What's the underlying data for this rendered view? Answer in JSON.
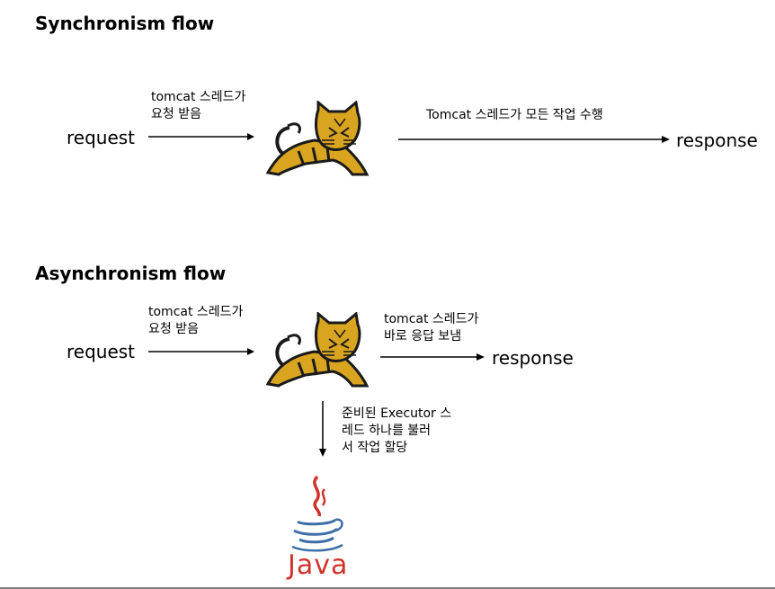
{
  "sync": {
    "title": "Synchronism flow",
    "request": "request",
    "receive_label": [
      "tomcat 스레드가",
      "요청 받음"
    ],
    "work_label": "Tomcat 스레드가 모든 작업 수행",
    "response": "response"
  },
  "async": {
    "title": "Asynchronism flow",
    "request": "request",
    "receive_label": [
      "tomcat 스레드가",
      "요청 받음"
    ],
    "reply_label": [
      "tomcat 스레드가",
      "바로 응답 보냄"
    ],
    "response": "response",
    "executor_label": [
      "준비된 Executor 스",
      "레드 하나를 불러",
      "서 작업 할당"
    ],
    "java_logo_text": "Java"
  },
  "colors": {
    "tomcat_yellow": "#d9a521",
    "tomcat_dark": "#1a1a1a",
    "java_red": "#d2322b",
    "java_blue": "#3e6fa8"
  }
}
